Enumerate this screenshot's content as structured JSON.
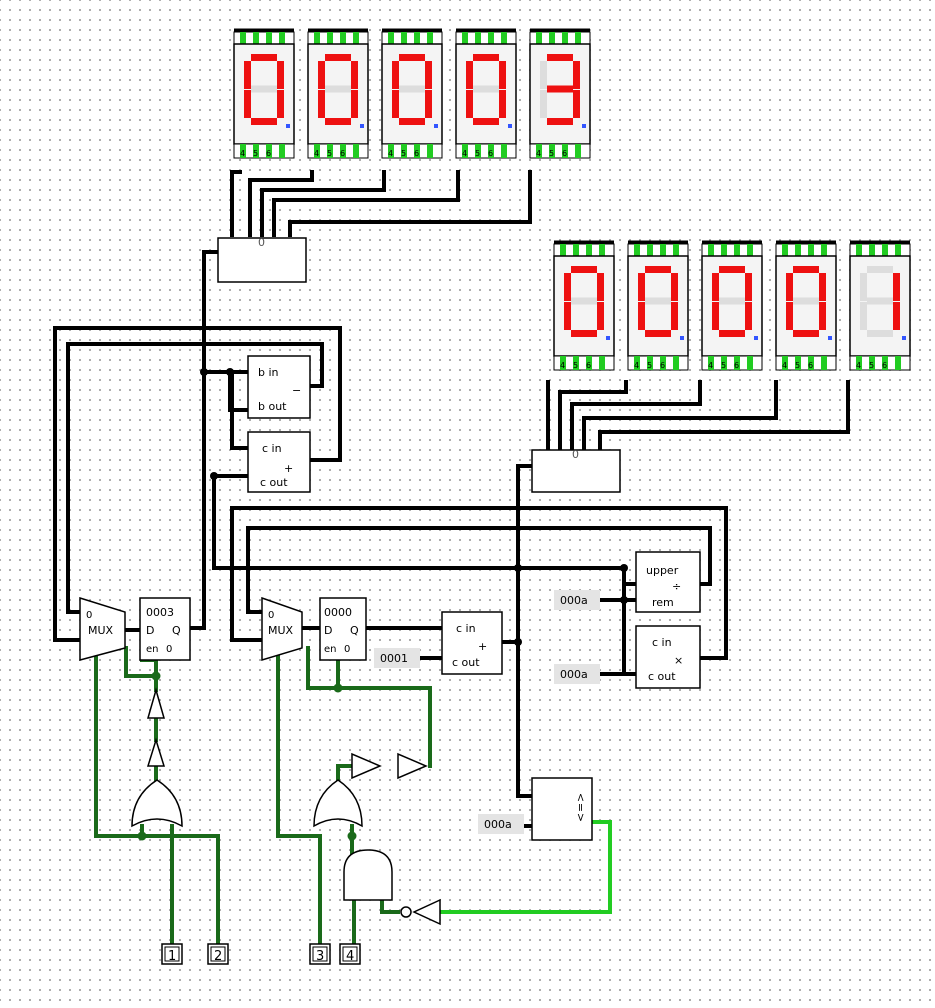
{
  "displays": {
    "top": [
      "0",
      "0",
      "0",
      "0",
      "3"
    ],
    "right": [
      "0",
      "0",
      "0",
      "0",
      "1"
    ]
  },
  "colors": {
    "segment_on": "#ee1111",
    "segment_off": "#dddddd",
    "wire": "#000000",
    "wire_signal": "#1a6a1a",
    "wire_signal_bright": "#22cc22"
  },
  "mux1": {
    "label": "MUX",
    "input0": "0"
  },
  "mux2": {
    "label": "MUX",
    "input0": "0"
  },
  "register1": {
    "value": "0003",
    "d": "D",
    "q": "Q",
    "en": "en",
    "zero": "0"
  },
  "register2": {
    "value": "0000",
    "d": "D",
    "q": "Q",
    "en": "en",
    "zero": "0"
  },
  "subtractor": {
    "b_in": "b in",
    "b_out": "b out",
    "symbol": "−"
  },
  "adder_top": {
    "c_in": "c in",
    "c_out": "c out",
    "symbol": "+"
  },
  "adder_mid": {
    "c_in": "c in",
    "c_out": "c out",
    "symbol": "+"
  },
  "divider": {
    "upper": "upper",
    "rem": "rem",
    "symbol": "÷"
  },
  "multiplier": {
    "c_in": "c in",
    "c_out": "c out",
    "symbol": "×"
  },
  "comparator": {
    "lt": "<",
    "eq": "=",
    "gt": ">"
  },
  "constants": {
    "divisor": "000a",
    "multiplier": "000a",
    "increment": "0001",
    "compare": "000a"
  },
  "splitter1": {
    "label": "0"
  },
  "splitter2": {
    "label": "0"
  },
  "pins": [
    "1",
    "2",
    "3",
    "4"
  ],
  "display_pin_labels": {
    "top": [
      "4",
      "5",
      "6"
    ]
  }
}
